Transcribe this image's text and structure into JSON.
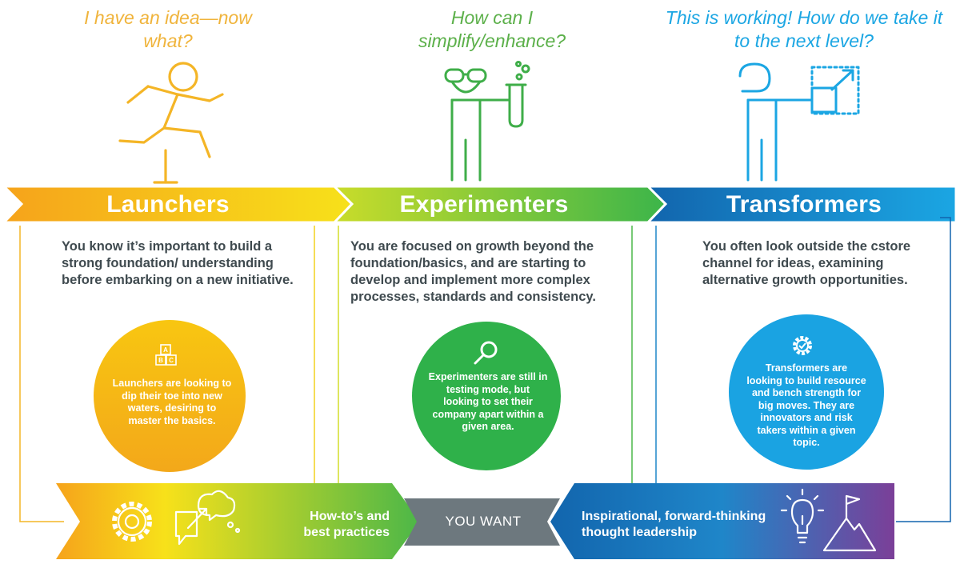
{
  "stages": [
    {
      "id": "launchers",
      "question": "I have an idea—now what?",
      "name": "Launchers",
      "description": "You know it’s important to build a strong foundation/ understanding before embarking on a new initiative.",
      "circle_text": "Launchers are looking to dip their toe into new waters, desiring to master the basics.",
      "colors": {
        "question": "#f0b43c",
        "circle": "#f5b713"
      },
      "block_letters": [
        "A",
        "B",
        "C"
      ]
    },
    {
      "id": "experimenters",
      "question": "How can I simplify/enhance?",
      "name": "Experimenters",
      "description": "You are focused on growth beyond the foundation/basics, and are starting to develop and implement more complex processes, standards and consistency.",
      "circle_text": "Experimenters are still in testing mode, but looking to set their company apart within a given area.",
      "colors": {
        "question": "#5cb04a",
        "circle": "#2fb14a"
      }
    },
    {
      "id": "transformers",
      "question": "This is working! How do we take it to the next level?",
      "name": "Transformers",
      "description": "You often look outside the cstore channel for ideas, examining alternative growth opportunities.",
      "circle_text": "Transformers are looking to build resource and bench strength for big moves. They are innovators and risk takers within a given topic.",
      "colors": {
        "question": "#1ba6e3",
        "circle": "#1aa3e2"
      }
    }
  ],
  "bottom_bar": {
    "center_label": "YOU WANT",
    "left_text": "How-to’s and best practices",
    "right_text": "Inspirational, forward-thinking thought leadership"
  },
  "colors": {
    "dark_text": "#3f4a4f",
    "center_gray": "#6d787e",
    "orange": "#f6a31b",
    "yellow": "#f7e11a",
    "green": "#4cb748",
    "blue_dark": "#1265ad",
    "blue_light": "#1ba6e3",
    "purple": "#7b3f98"
  }
}
